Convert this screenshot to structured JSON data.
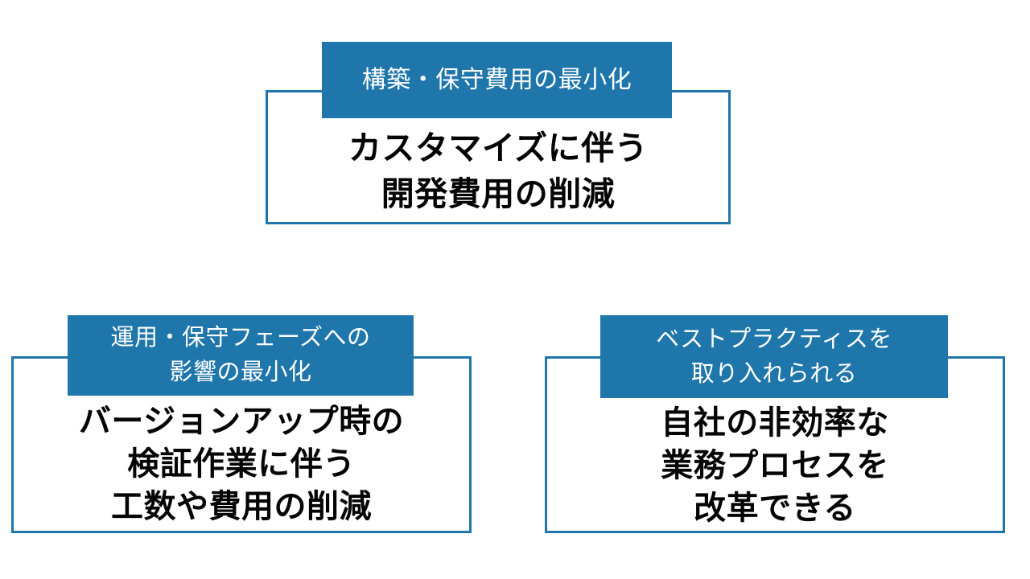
{
  "theme": {
    "accent_color": "#1F76AB",
    "background_color": "#FFFFFF",
    "body_text_color": "#050505",
    "banner_text_color": "#FFFFFF"
  },
  "cards": [
    {
      "id": "top",
      "banner_label": "構築・保守費用の最小化",
      "body_label": "カスタマイズに伴う\n開発費用の削減"
    },
    {
      "id": "bottom-left",
      "banner_label": "運用・保守フェーズへの\n影響の最小化",
      "body_label": "バージョンアップ時の\n検証作業に伴う\n工数や費用の削減"
    },
    {
      "id": "bottom-right",
      "banner_label": "ベストプラクティスを\n取り入れられる",
      "body_label": "自社の非効率な\n業務プロセスを\n改革できる"
    }
  ]
}
